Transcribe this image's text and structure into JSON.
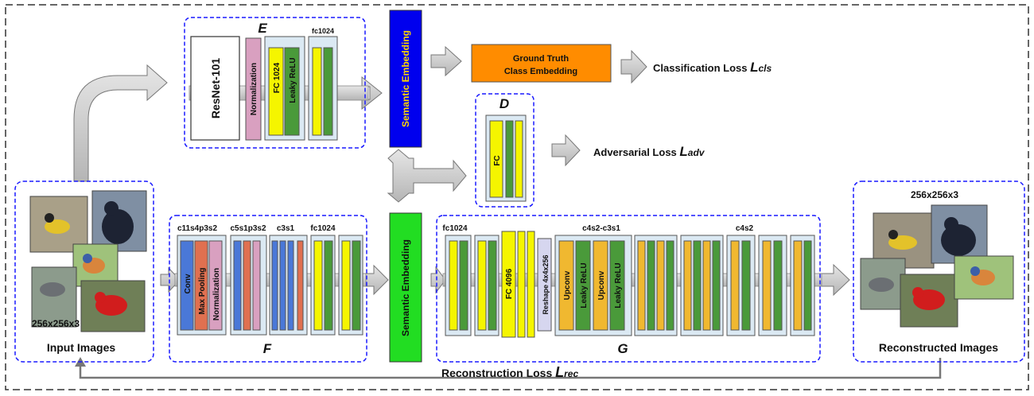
{
  "encoder": {
    "letter": "E",
    "resnet": "ResNet-101",
    "normalization": "Normalization",
    "fc": "FC 1024",
    "leaky": "Leaky ReLU",
    "fc_label": "fc1024"
  },
  "semantic": {
    "top": "Semantic Embedding",
    "bottom": "Semantic Embedding"
  },
  "ground_truth": {
    "line1": "Ground Truth",
    "line2": "Class Embedding"
  },
  "losses": {
    "cls_text": "Classification Loss ",
    "cls_sym": "L",
    "cls_sub": "cls",
    "adv_text": "Adversarial Loss ",
    "adv_sym": "L",
    "adv_sub": "adv",
    "rec_text": "Reconstruction Loss ",
    "rec_sym": "L",
    "rec_sub": "rec"
  },
  "discriminator": {
    "letter": "D",
    "fc": "FC"
  },
  "input": {
    "title": "Input Images",
    "size": "256x256x3"
  },
  "output": {
    "title": "Reconstructed Images",
    "size": "256x256x3"
  },
  "feature_net": {
    "letter": "F",
    "l1": "c11s4p3s2",
    "l2": "c5s1p3s2",
    "l3": "c3s1",
    "l4": "fc1024",
    "conv": "Conv",
    "maxpool": "Max Pooling",
    "norm": "Normalization"
  },
  "generator": {
    "letter": "G",
    "l1": "fc1024",
    "l2": "c4s2-c3s1",
    "l3": "c4s2",
    "fc": "FC 4096",
    "reshape": "Reshape 4x4x256",
    "upconv1": "Upconv",
    "leaky1": "Leaky ReLU",
    "upconv2": "Upconv",
    "leaky2": "Leaky ReLU"
  },
  "colors": {
    "dash_blue": "#1a1aff",
    "block_bg": "#dbe9f3",
    "yellow": "#f5f500",
    "green": "#4a9a3a",
    "pink": "#d9a0c0",
    "blue_bar": "#4a78d8",
    "orange_bar": "#e07050",
    "gold": "#f0b830",
    "semantic_top": "#0000ee",
    "semantic_bottom": "#22dd22",
    "ground_truth": "#ff8c00",
    "arrow": "#c8c8c8"
  }
}
